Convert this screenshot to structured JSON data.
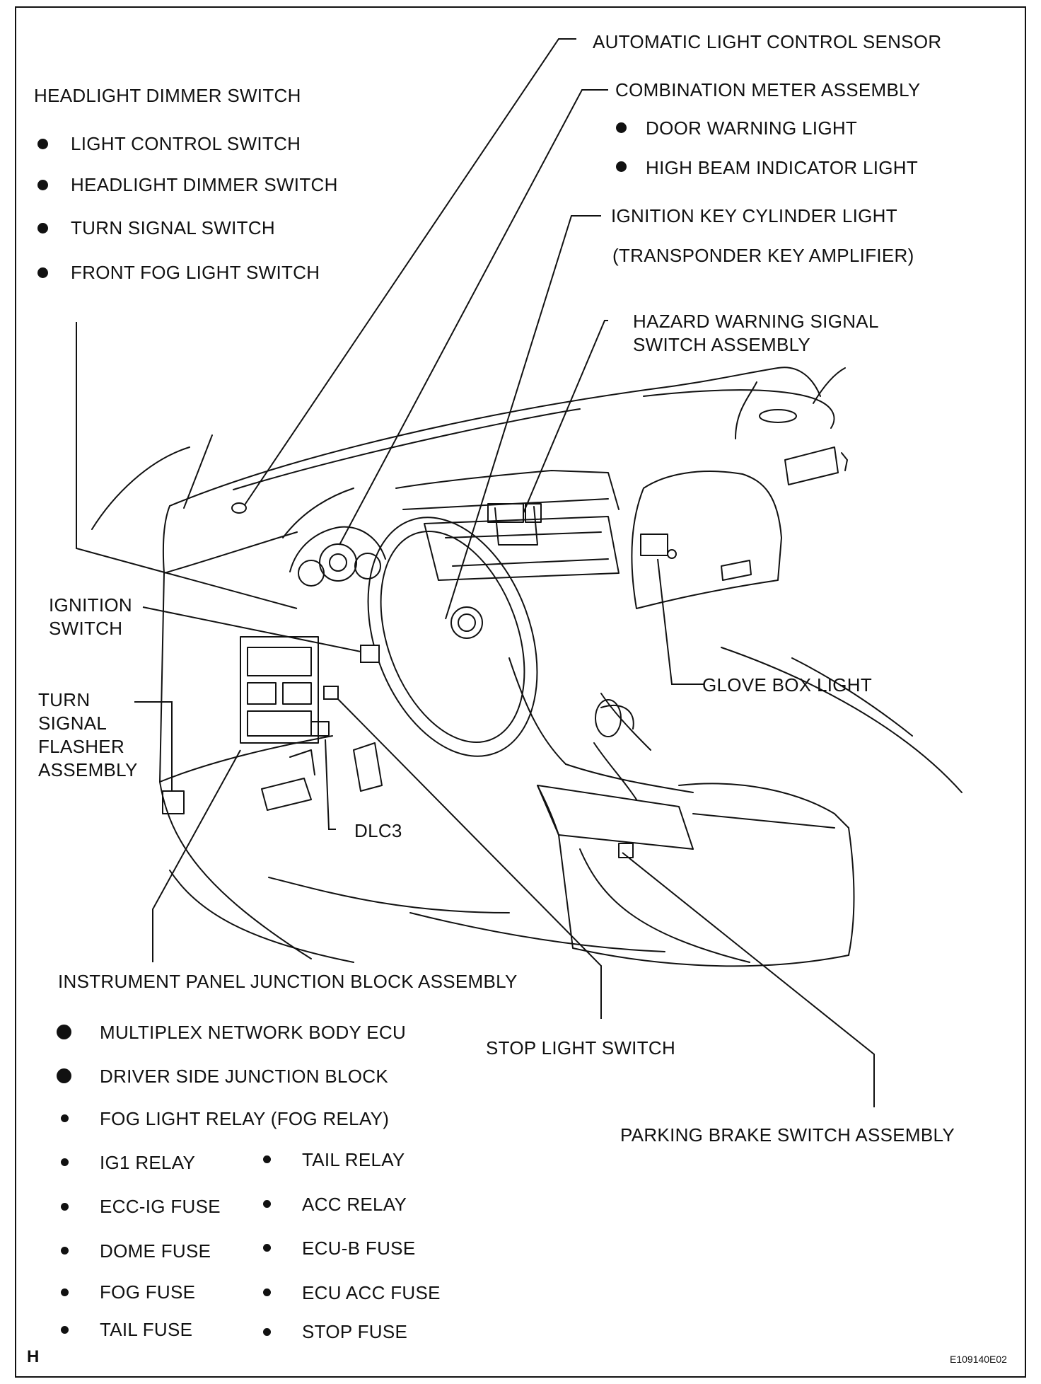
{
  "diagram": {
    "labels": {
      "auto_light_sensor": "AUTOMATIC LIGHT CONTROL SENSOR",
      "combination_meter": "COMBINATION METER ASSEMBLY",
      "door_warning_light": "DOOR WARNING LIGHT",
      "high_beam_indicator": "HIGH BEAM INDICATOR LIGHT",
      "ignition_key_cyl": "IGNITION KEY CYLINDER LIGHT",
      "transponder": "(TRANSPONDER KEY AMPLIFIER)",
      "hazard_line1": "HAZARD WARNING SIGNAL",
      "hazard_line2": "SWITCH ASSEMBLY",
      "headlight_dimmer_header": "HEADLIGHT DIMMER SWITCH",
      "light_control_switch": "LIGHT CONTROL SWITCH",
      "headlight_dimmer_item": "HEADLIGHT DIMMER SWITCH",
      "turn_signal_switch": "TURN SIGNAL SWITCH",
      "front_fog_switch": "FRONT FOG LIGHT SWITCH",
      "ignition_switch": "IGNITION SWITCH",
      "turn_flasher": "TURN SIGNAL FLASHER ASSEMBLY",
      "glove_box_light": "GLOVE BOX LIGHT",
      "dlc3": "DLC3",
      "ip_junction_block": "INSTRUMENT PANEL JUNCTION BLOCK ASSEMBLY",
      "stop_light_switch": "STOP LIGHT SWITCH",
      "parking_brake": "PARKING BRAKE SWITCH ASSEMBLY"
    },
    "junction_items_left": [
      "MULTIPLEX NETWORK BODY ECU",
      "DRIVER SIDE JUNCTION BLOCK",
      "FOG LIGHT RELAY (FOG RELAY)",
      "IG1 RELAY",
      "ECC-IG FUSE",
      "DOME FUSE",
      "FOG FUSE",
      "TAIL FUSE"
    ],
    "junction_items_right": [
      "TAIL RELAY",
      "ACC RELAY",
      "ECU-B FUSE",
      "ECU ACC FUSE",
      "STOP FUSE"
    ],
    "corner_letter": "H",
    "figure_code": "E109140E02"
  }
}
